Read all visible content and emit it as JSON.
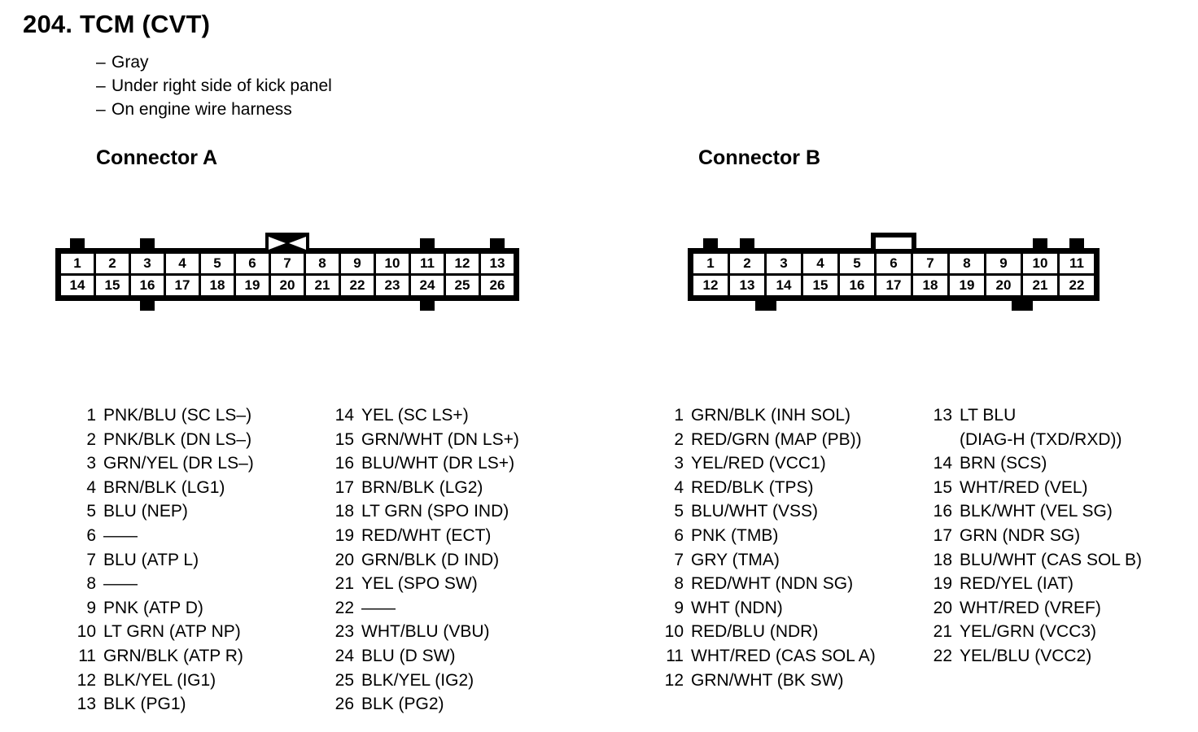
{
  "document": {
    "title": "204. TCM (CVT)",
    "description_lines": [
      "Gray",
      "Under right side of kick panel",
      "On engine wire harness"
    ],
    "dash_marker": "–",
    "unused_marker": "——"
  },
  "connector_a": {
    "heading": "Connector A",
    "pin_count": 26,
    "columns": 13,
    "rows": 2,
    "top_row_pins": [
      "1",
      "2",
      "3",
      "4",
      "5",
      "6",
      "7",
      "8",
      "9",
      "10",
      "11",
      "12",
      "13"
    ],
    "bottom_row_pins": [
      "14",
      "15",
      "16",
      "17",
      "18",
      "19",
      "20",
      "21",
      "22",
      "23",
      "24",
      "25",
      "26"
    ],
    "latch": {
      "type": "bowtie",
      "over_pin": "7"
    },
    "top_tabs_over_pins": [
      "1",
      "3",
      "11",
      "13"
    ],
    "bottom_tabs_under_pins": [
      "16",
      "24"
    ],
    "pins": [
      {
        "num": "1",
        "desc": "PNK/BLU (SC LS–)"
      },
      {
        "num": "2",
        "desc": "PNK/BLK (DN LS–)"
      },
      {
        "num": "3",
        "desc": "GRN/YEL (DR LS–)"
      },
      {
        "num": "4",
        "desc": "BRN/BLK (LG1)"
      },
      {
        "num": "5",
        "desc": "BLU (NEP)"
      },
      {
        "num": "6",
        "desc": "——"
      },
      {
        "num": "7",
        "desc": "BLU (ATP L)"
      },
      {
        "num": "8",
        "desc": "——"
      },
      {
        "num": "9",
        "desc": "PNK (ATP D)"
      },
      {
        "num": "10",
        "desc": "LT GRN (ATP NP)"
      },
      {
        "num": "11",
        "desc": "GRN/BLK (ATP R)"
      },
      {
        "num": "12",
        "desc": "BLK/YEL (IG1)"
      },
      {
        "num": "13",
        "desc": "BLK (PG1)"
      },
      {
        "num": "14",
        "desc": "YEL (SC LS+)"
      },
      {
        "num": "15",
        "desc": "GRN/WHT (DN LS+)"
      },
      {
        "num": "16",
        "desc": "BLU/WHT (DR LS+)"
      },
      {
        "num": "17",
        "desc": "BRN/BLK (LG2)"
      },
      {
        "num": "18",
        "desc": "LT GRN (SPO IND)"
      },
      {
        "num": "19",
        "desc": "RED/WHT (ECT)"
      },
      {
        "num": "20",
        "desc": "GRN/BLK (D IND)"
      },
      {
        "num": "21",
        "desc": "YEL (SPO SW)"
      },
      {
        "num": "22",
        "desc": "——"
      },
      {
        "num": "23",
        "desc": "WHT/BLU (VBU)"
      },
      {
        "num": "24",
        "desc": "BLU (D SW)"
      },
      {
        "num": "25",
        "desc": "BLK/YEL (IG2)"
      },
      {
        "num": "26",
        "desc": "BLK (PG2)"
      }
    ]
  },
  "connector_b": {
    "heading": "Connector B",
    "pin_count": 22,
    "columns": 11,
    "rows": 2,
    "top_row_pins": [
      "1",
      "2",
      "3",
      "4",
      "5",
      "6",
      "7",
      "8",
      "9",
      "10",
      "11"
    ],
    "bottom_row_pins": [
      "12",
      "13",
      "14",
      "15",
      "16",
      "17",
      "18",
      "19",
      "20",
      "21",
      "22"
    ],
    "latch": {
      "type": "open-rectangle",
      "over_pin": "6"
    },
    "top_tabs_over_pins": [
      "1",
      "2",
      "10",
      "11"
    ],
    "bottom_tabs_under_pins": [
      "13-14",
      "20-21"
    ],
    "pins": [
      {
        "num": "1",
        "desc": "GRN/BLK (INH SOL)"
      },
      {
        "num": "2",
        "desc": "RED/GRN (MAP (PB))"
      },
      {
        "num": "3",
        "desc": "YEL/RED (VCC1)"
      },
      {
        "num": "4",
        "desc": "RED/BLK (TPS)"
      },
      {
        "num": "5",
        "desc": "BLU/WHT (VSS)"
      },
      {
        "num": "6",
        "desc": "PNK (TMB)"
      },
      {
        "num": "7",
        "desc": "GRY (TMA)"
      },
      {
        "num": "8",
        "desc": "RED/WHT (NDN SG)"
      },
      {
        "num": "9",
        "desc": "WHT (NDN)"
      },
      {
        "num": "10",
        "desc": "RED/BLU (NDR)"
      },
      {
        "num": "11",
        "desc": "WHT/RED (CAS SOL A)"
      },
      {
        "num": "12",
        "desc": "GRN/WHT (BK SW)"
      },
      {
        "num": "13",
        "desc": "LT BLU",
        "desc_line2": "(DIAG-H (TXD/RXD))"
      },
      {
        "num": "14",
        "desc": "BRN (SCS)"
      },
      {
        "num": "15",
        "desc": "WHT/RED (VEL)"
      },
      {
        "num": "16",
        "desc": "BLK/WHT (VEL SG)"
      },
      {
        "num": "17",
        "desc": "GRN (NDR SG)"
      },
      {
        "num": "18",
        "desc": "BLU/WHT (CAS SOL B)"
      },
      {
        "num": "19",
        "desc": "RED/YEL (IAT)"
      },
      {
        "num": "20",
        "desc": "WHT/RED (VREF)"
      },
      {
        "num": "21",
        "desc": "YEL/GRN (VCC3)"
      },
      {
        "num": "22",
        "desc": "YEL/BLU (VCC2)"
      }
    ]
  },
  "colors": {
    "ink": "#000000",
    "paper": "#ffffff"
  }
}
